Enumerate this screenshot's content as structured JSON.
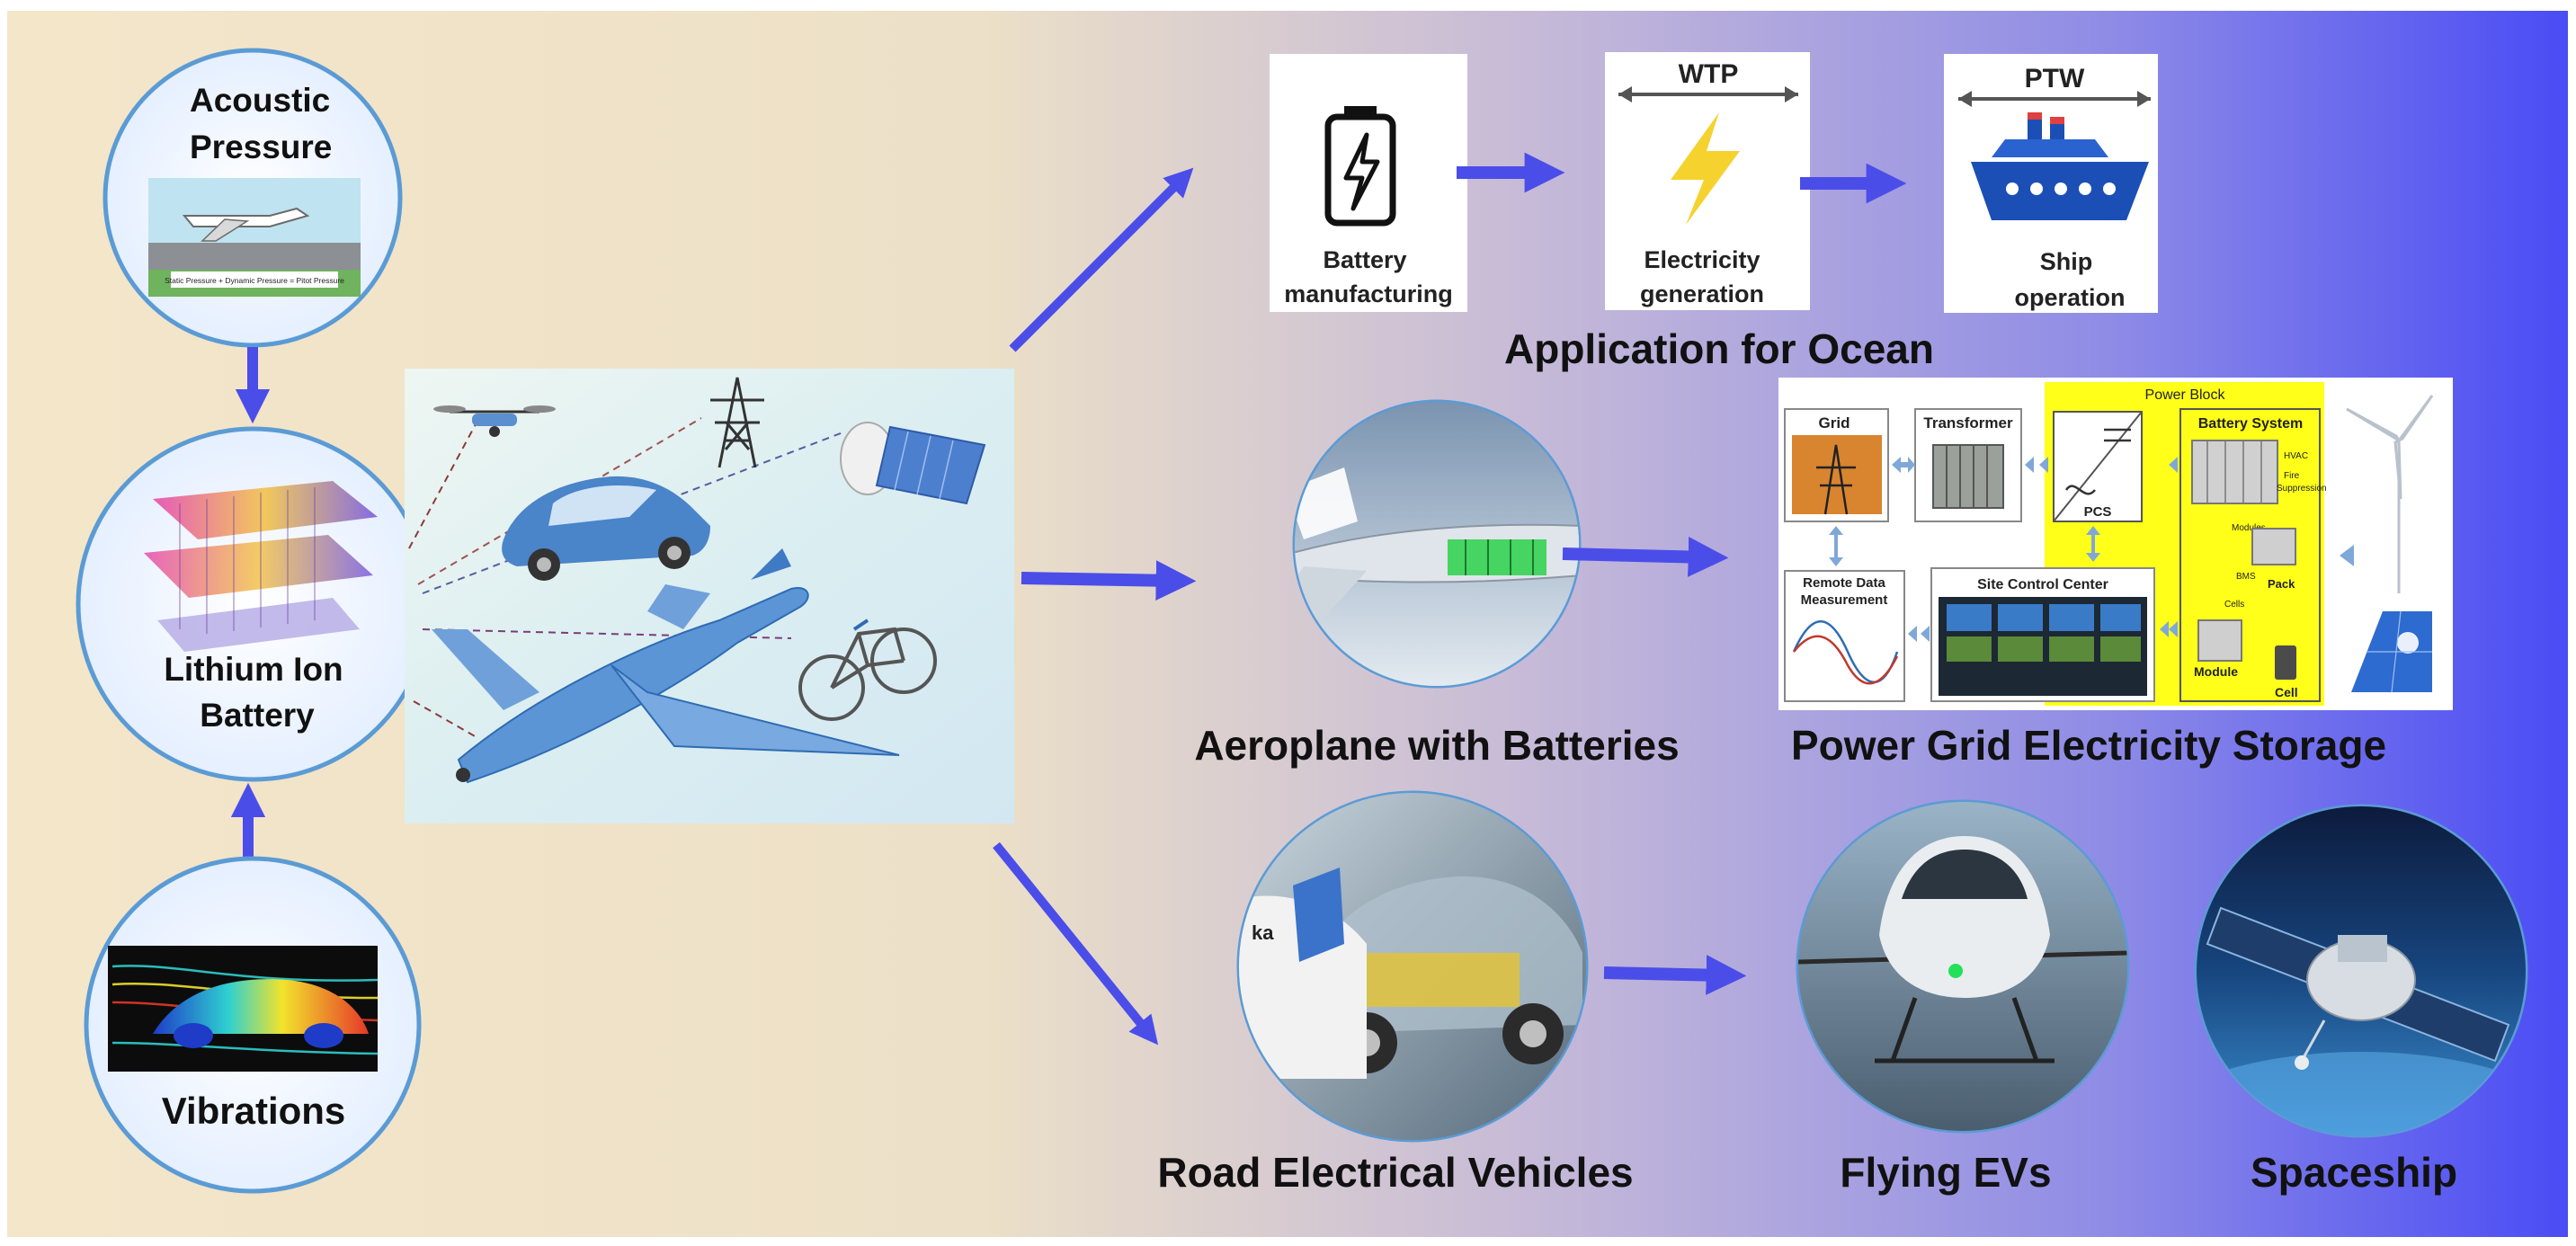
{
  "colors": {
    "background_left": "#f4e6c9",
    "background_right": "#4a4cf5",
    "arrow": "#4b4de8",
    "circle_ring": "#5b9bd5",
    "power_block": "#ffff1a",
    "power_block_title": "#e02020"
  },
  "left": {
    "acoustic_title_line1": "Acoustic",
    "acoustic_title_line2": "Pressure",
    "acoustic_caption": "Static Pressure + Dynamic Pressure = Pitot Pressure",
    "battery_line1": "Lithium Ion",
    "battery_line2": "Battery",
    "vibrations": "Vibrations"
  },
  "ocean": {
    "battery_line1": "Battery",
    "battery_line2": "manufacturing",
    "wtp": "WTP",
    "electricity_line1": "Electricity",
    "electricity_line2": "generation",
    "ptw": "PTW",
    "ship_line1": "Ship",
    "ship_line2": "operation",
    "title": "Application for Ocean"
  },
  "grid": {
    "grid": "Grid",
    "transformer": "Transformer",
    "power_block": "Power Block",
    "pcs": "PCS",
    "battery_system": "Battery System",
    "hvac": "HVAC",
    "fire": "Fire",
    "suppression": "Suppression",
    "modules": "Modules",
    "bms": "BMS",
    "pack": "Pack",
    "cells": "Cells",
    "module": "Module",
    "cell": "Cell",
    "remote_line1": "Remote Data",
    "remote_line2": "Measurement",
    "site_control": "Site Control Center",
    "title": "Power Grid Electricity Storage"
  },
  "labels": {
    "aeroplane": "Aeroplane with Batteries",
    "road_ev": "Road Electrical Vehicles",
    "flying_ev": "Flying EVs",
    "spaceship": "Spaceship",
    "ev_brand_fragment": "ka"
  }
}
